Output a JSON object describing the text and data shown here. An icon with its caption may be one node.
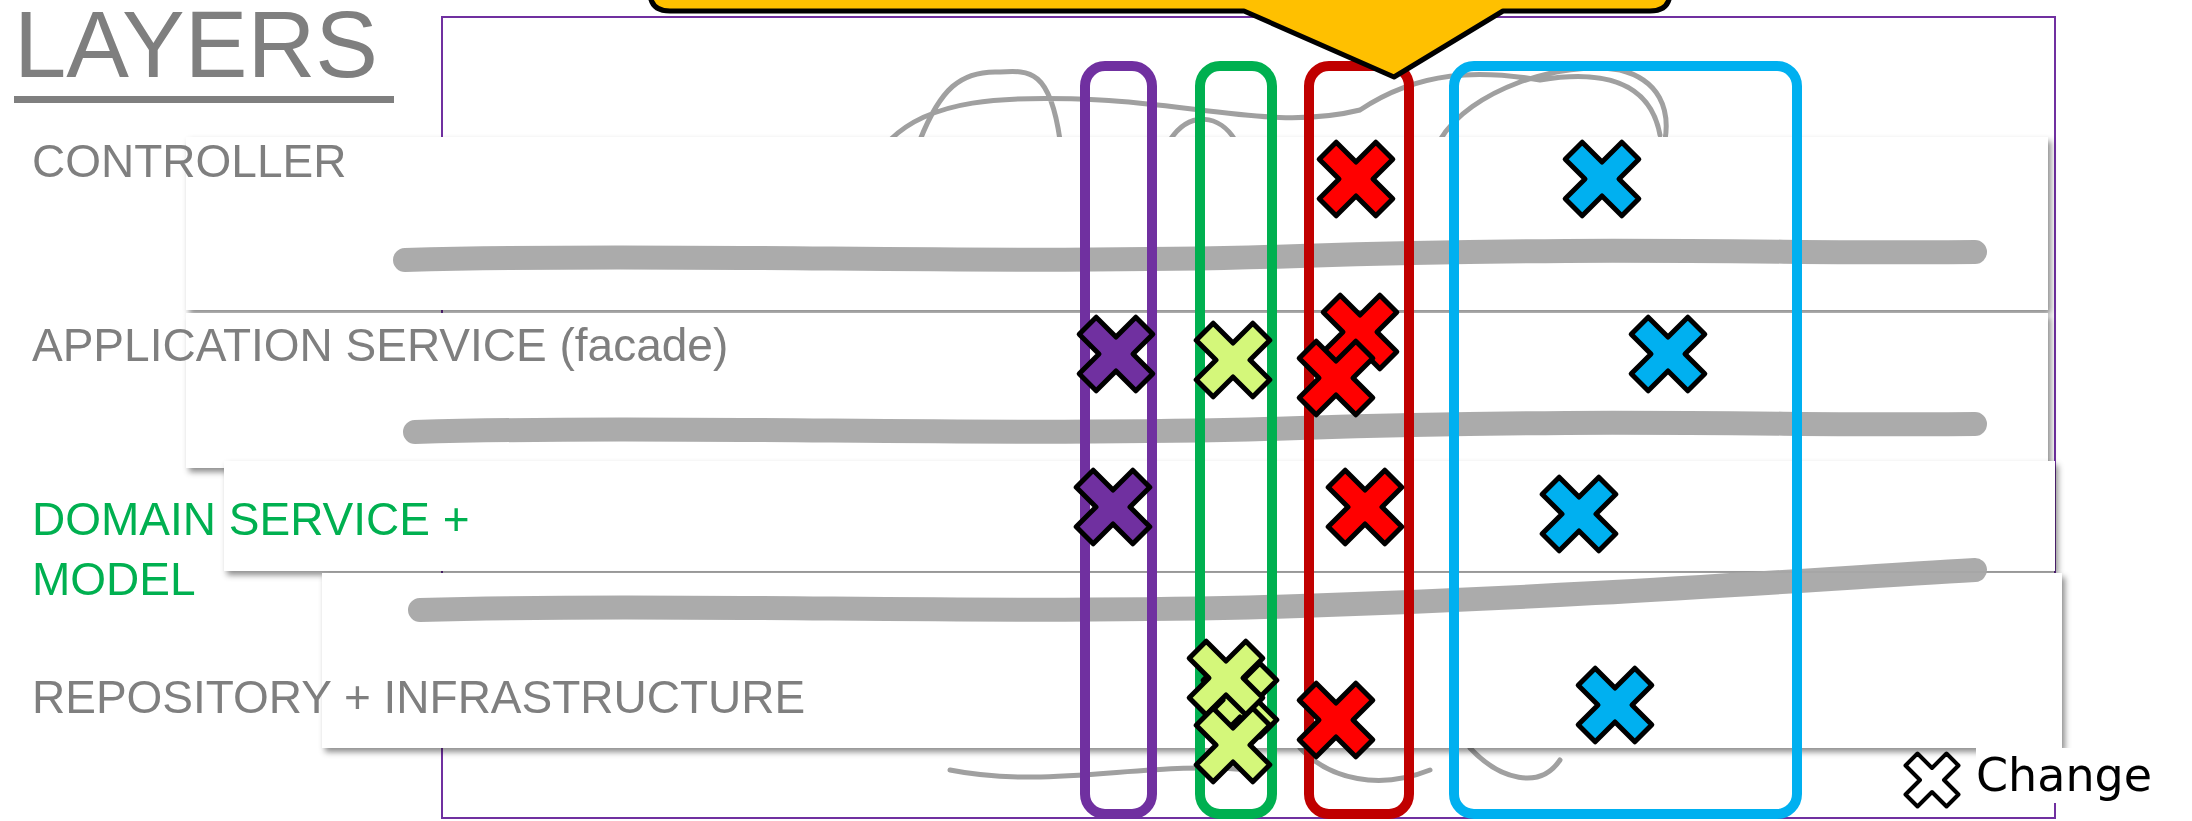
{
  "diagram": {
    "title": "LAYERS",
    "labels": [
      "CONTROLLER",
      "APPLICATION SERVICE (facade)",
      "DOMAIN SERVICE + MODEL",
      "REPOSITORY + INFRASTRUCTURE"
    ],
    "legend": [
      {
        "text": "Change"
      }
    ]
  }
}
